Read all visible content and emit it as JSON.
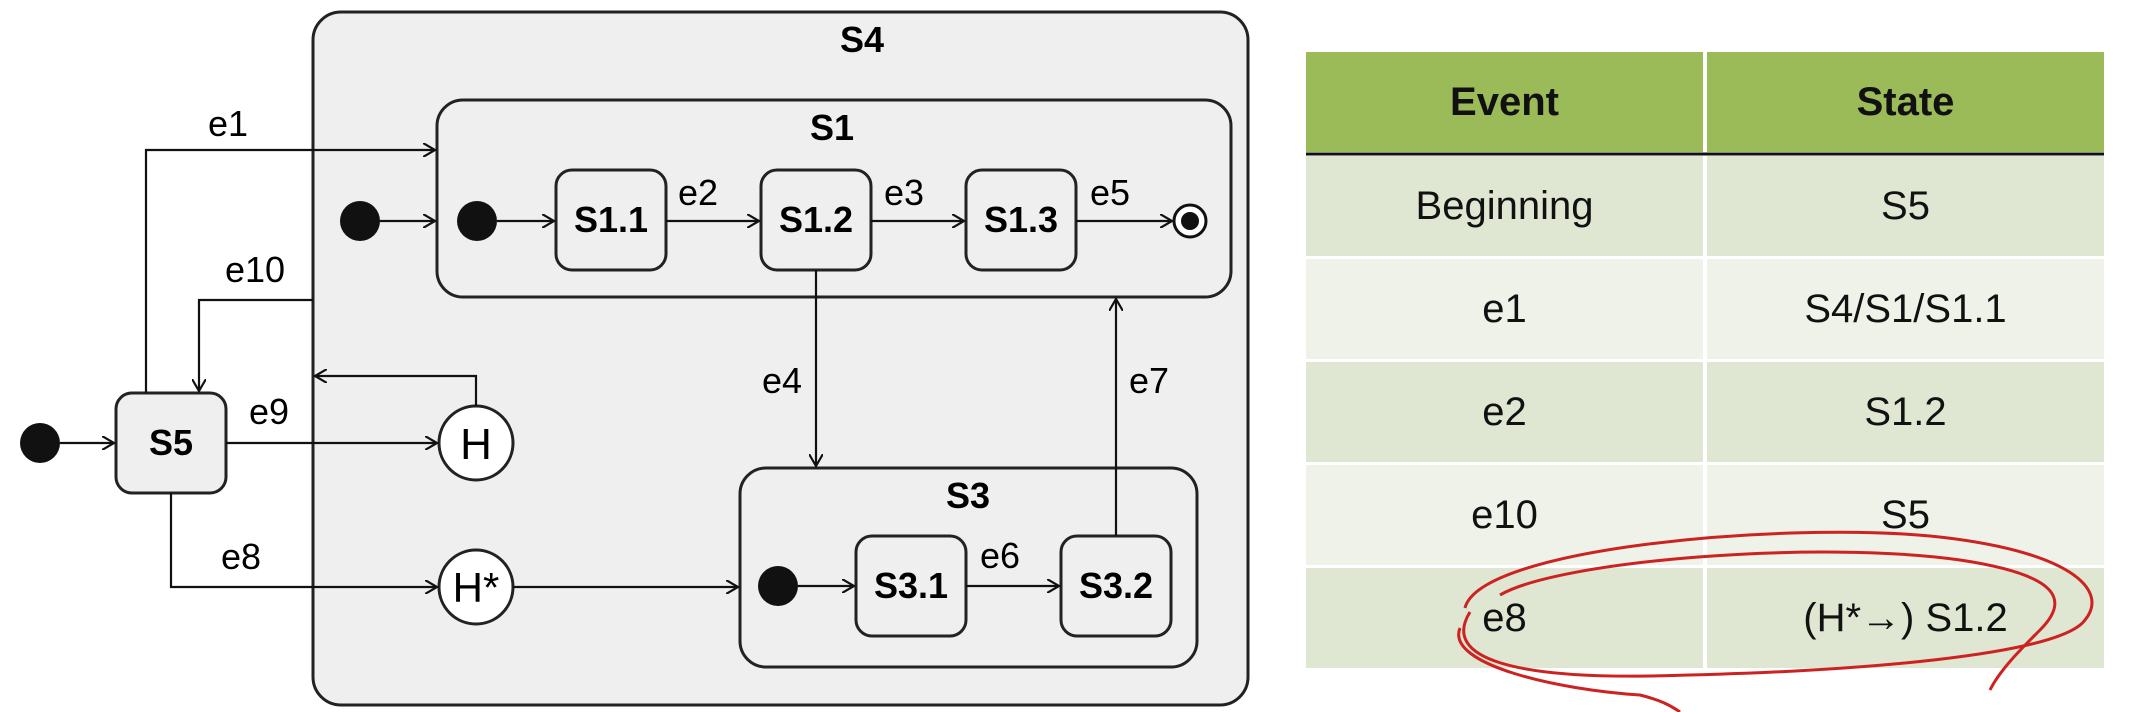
{
  "diagram": {
    "composites": {
      "s4": "S4",
      "s1": "S1",
      "s3": "S3"
    },
    "states": {
      "s11": "S1.1",
      "s12": "S1.2",
      "s13": "S1.3",
      "s31": "S3.1",
      "s32": "S3.2",
      "s5": "S5"
    },
    "pseudostates": {
      "history": "H",
      "deep_history": "H*"
    },
    "events": {
      "e1": "e1",
      "e2": "e2",
      "e3": "e3",
      "e4": "e4",
      "e5": "e5",
      "e6": "e6",
      "e7": "e7",
      "e8": "e8",
      "e9": "e9",
      "e10": "e10"
    }
  },
  "table": {
    "headers": [
      "Event",
      "State"
    ],
    "rows": [
      [
        "Beginning",
        "S5"
      ],
      [
        "e1",
        "S4/S1/S1.1"
      ],
      [
        "e2",
        "S1.2"
      ],
      [
        "e10",
        "S5"
      ],
      [
        "e8",
        "(H*→) S1.2"
      ]
    ],
    "colors": {
      "header": "#9bbb59",
      "row_dark": "#dfe6d2",
      "row_light": "#eef2e9",
      "annotation": "#cc2222"
    }
  }
}
